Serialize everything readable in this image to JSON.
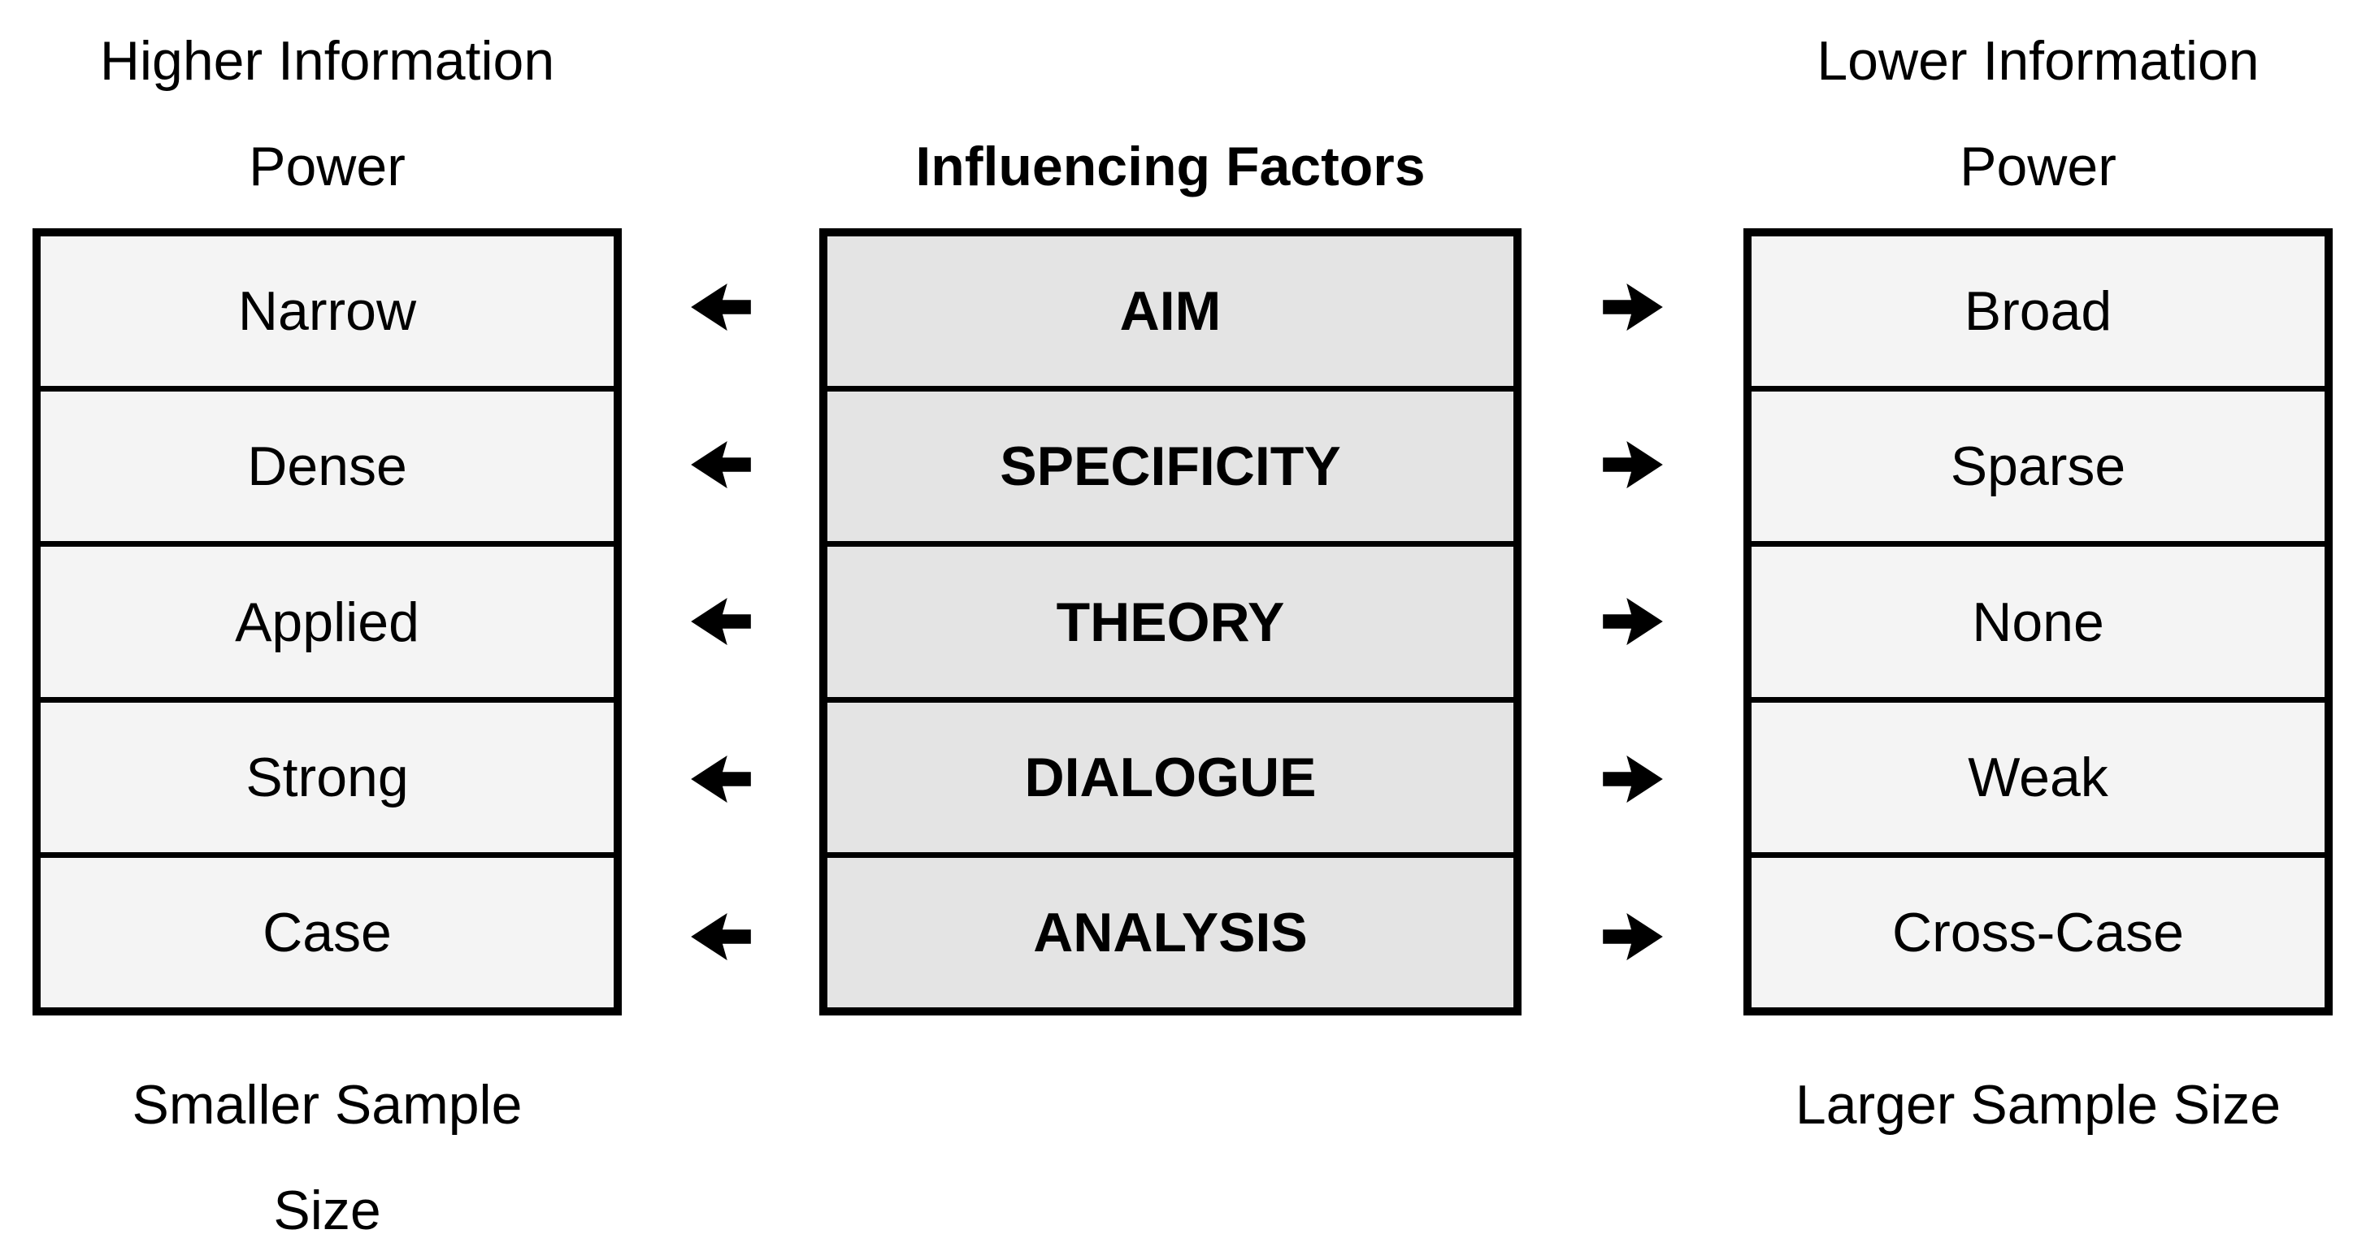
{
  "headers": {
    "left": {
      "line1": "Higher Information",
      "line2": "Power"
    },
    "center": "Influencing Factors",
    "right": {
      "line1": "Lower Information",
      "line2": "Power"
    }
  },
  "rows": [
    {
      "left": "Narrow",
      "factor": "AIM",
      "right": "Broad"
    },
    {
      "left": "Dense",
      "factor": "SPECIFICITY",
      "right": "Sparse"
    },
    {
      "left": "Applied",
      "factor": "THEORY",
      "right": "None"
    },
    {
      "left": "Strong",
      "factor": "DIALOGUE",
      "right": "Weak"
    },
    {
      "left": "Case",
      "factor": "ANALYSIS",
      "right": "Cross-Case"
    }
  ],
  "footers": {
    "left": {
      "line1": "Smaller Sample",
      "line2": "Size"
    },
    "right": "Larger Sample Size"
  },
  "colors": {
    "background": "#ffffff",
    "side_cell_fill": "#f4f4f4",
    "center_cell_fill": "#e4e4e4",
    "border": "#000000",
    "text": "#000000"
  }
}
